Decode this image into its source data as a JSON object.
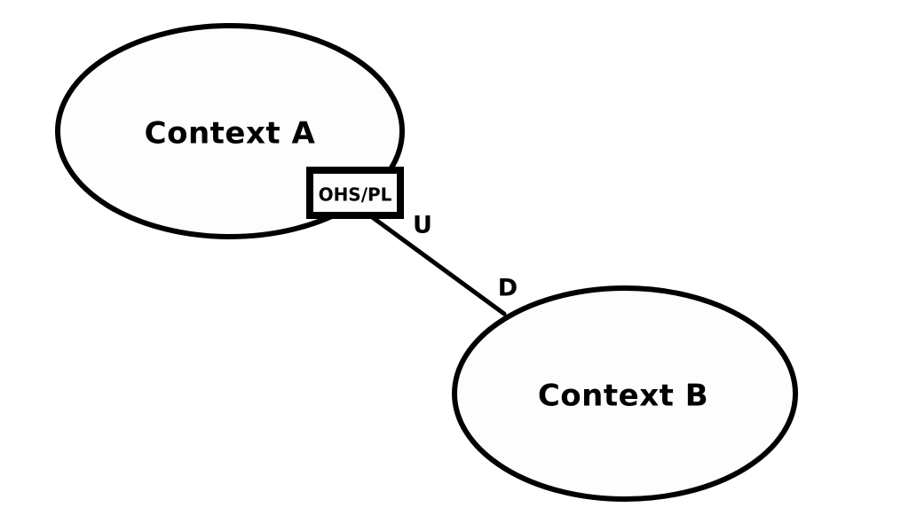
{
  "diagram": {
    "type": "context-map",
    "nodes": [
      {
        "id": "context-a",
        "label": "Context A",
        "role": "upstream"
      },
      {
        "id": "context-b",
        "label": "Context B",
        "role": "downstream"
      }
    ],
    "badge": {
      "label": "OHS/PL",
      "attached_to": "context-a"
    },
    "edge": {
      "from": "context-a",
      "to": "context-b",
      "upstream_label": "U",
      "downstream_label": "D"
    }
  },
  "colors": {
    "ink": "#000000",
    "node_fill": "#fdfdfd",
    "background": "#ffffff"
  }
}
